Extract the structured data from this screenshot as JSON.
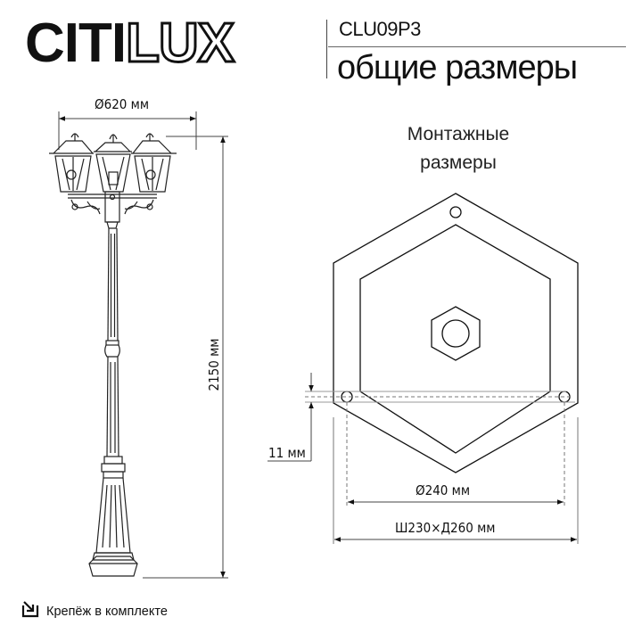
{
  "header": {
    "brand_solid": "CITI",
    "brand_outline": "LUX",
    "model": "CLU09P3",
    "subtitle": "общие размеры"
  },
  "lamp_drawing": {
    "width_label": "Ø620 мм",
    "height_label": "2150 мм"
  },
  "mounting": {
    "title_line1": "Монтажные",
    "title_line2": "размеры",
    "offset_label": "11 мм",
    "hole_spacing_label": "Ø240 мм",
    "base_size_label": "Ш230×Д260 мм"
  },
  "footer": {
    "icon": "arrow-into-box-icon",
    "text": "Крепёж в комплекте"
  },
  "colors": {
    "ink": "#111111",
    "dim_line": "#555555",
    "background": "#ffffff"
  }
}
